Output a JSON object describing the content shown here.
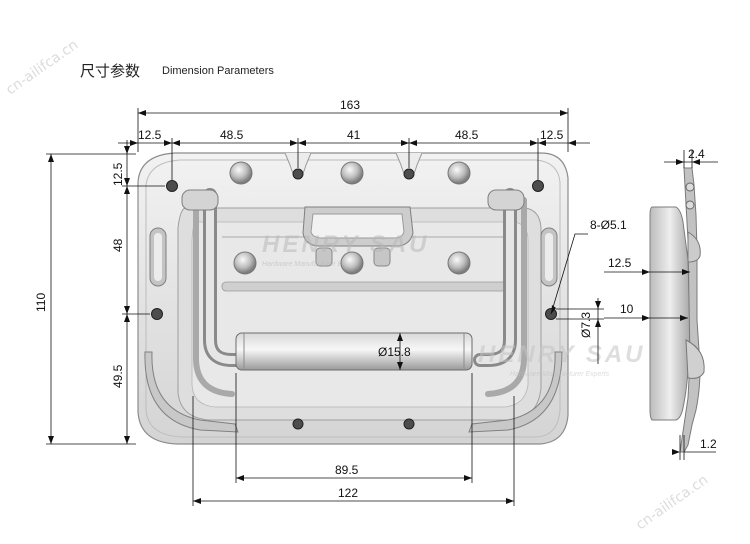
{
  "header": {
    "title_cn": "尺寸参数",
    "title_en": "Dimension Parameters"
  },
  "watermarks": {
    "top_left": "cn-ailifca.cn",
    "bottom_right": "cn-ailifca.cn"
  },
  "brand": {
    "logo_text": "HENRY SAU",
    "sub_text": "Hardware Manufacturer Experts"
  },
  "dimensions": {
    "overall_width": "163",
    "top_left_margin": "12.5",
    "top_pitch_left": "48.5",
    "top_pitch_center": "41",
    "top_pitch_right": "48.5",
    "top_right_margin": "12.5",
    "overall_height": "110",
    "left_top_offset": "12.5",
    "left_mid_pitch": "48",
    "left_bottom_pitch": "49.5",
    "hole_spec": "8-Ø5.1",
    "hole_diameter": "Ø7.3",
    "grip_diameter": "Ø15.8",
    "grip_length": "89.5",
    "handle_width": "122",
    "side_top_thickness": "2.4",
    "side_depth": "12.5",
    "side_recess": "10",
    "side_plate": "1.2"
  },
  "colors": {
    "metal_light": "#e9e9e9",
    "metal_mid": "#c9c9c9",
    "metal_dark": "#8a8a8a",
    "line": "#111111"
  }
}
